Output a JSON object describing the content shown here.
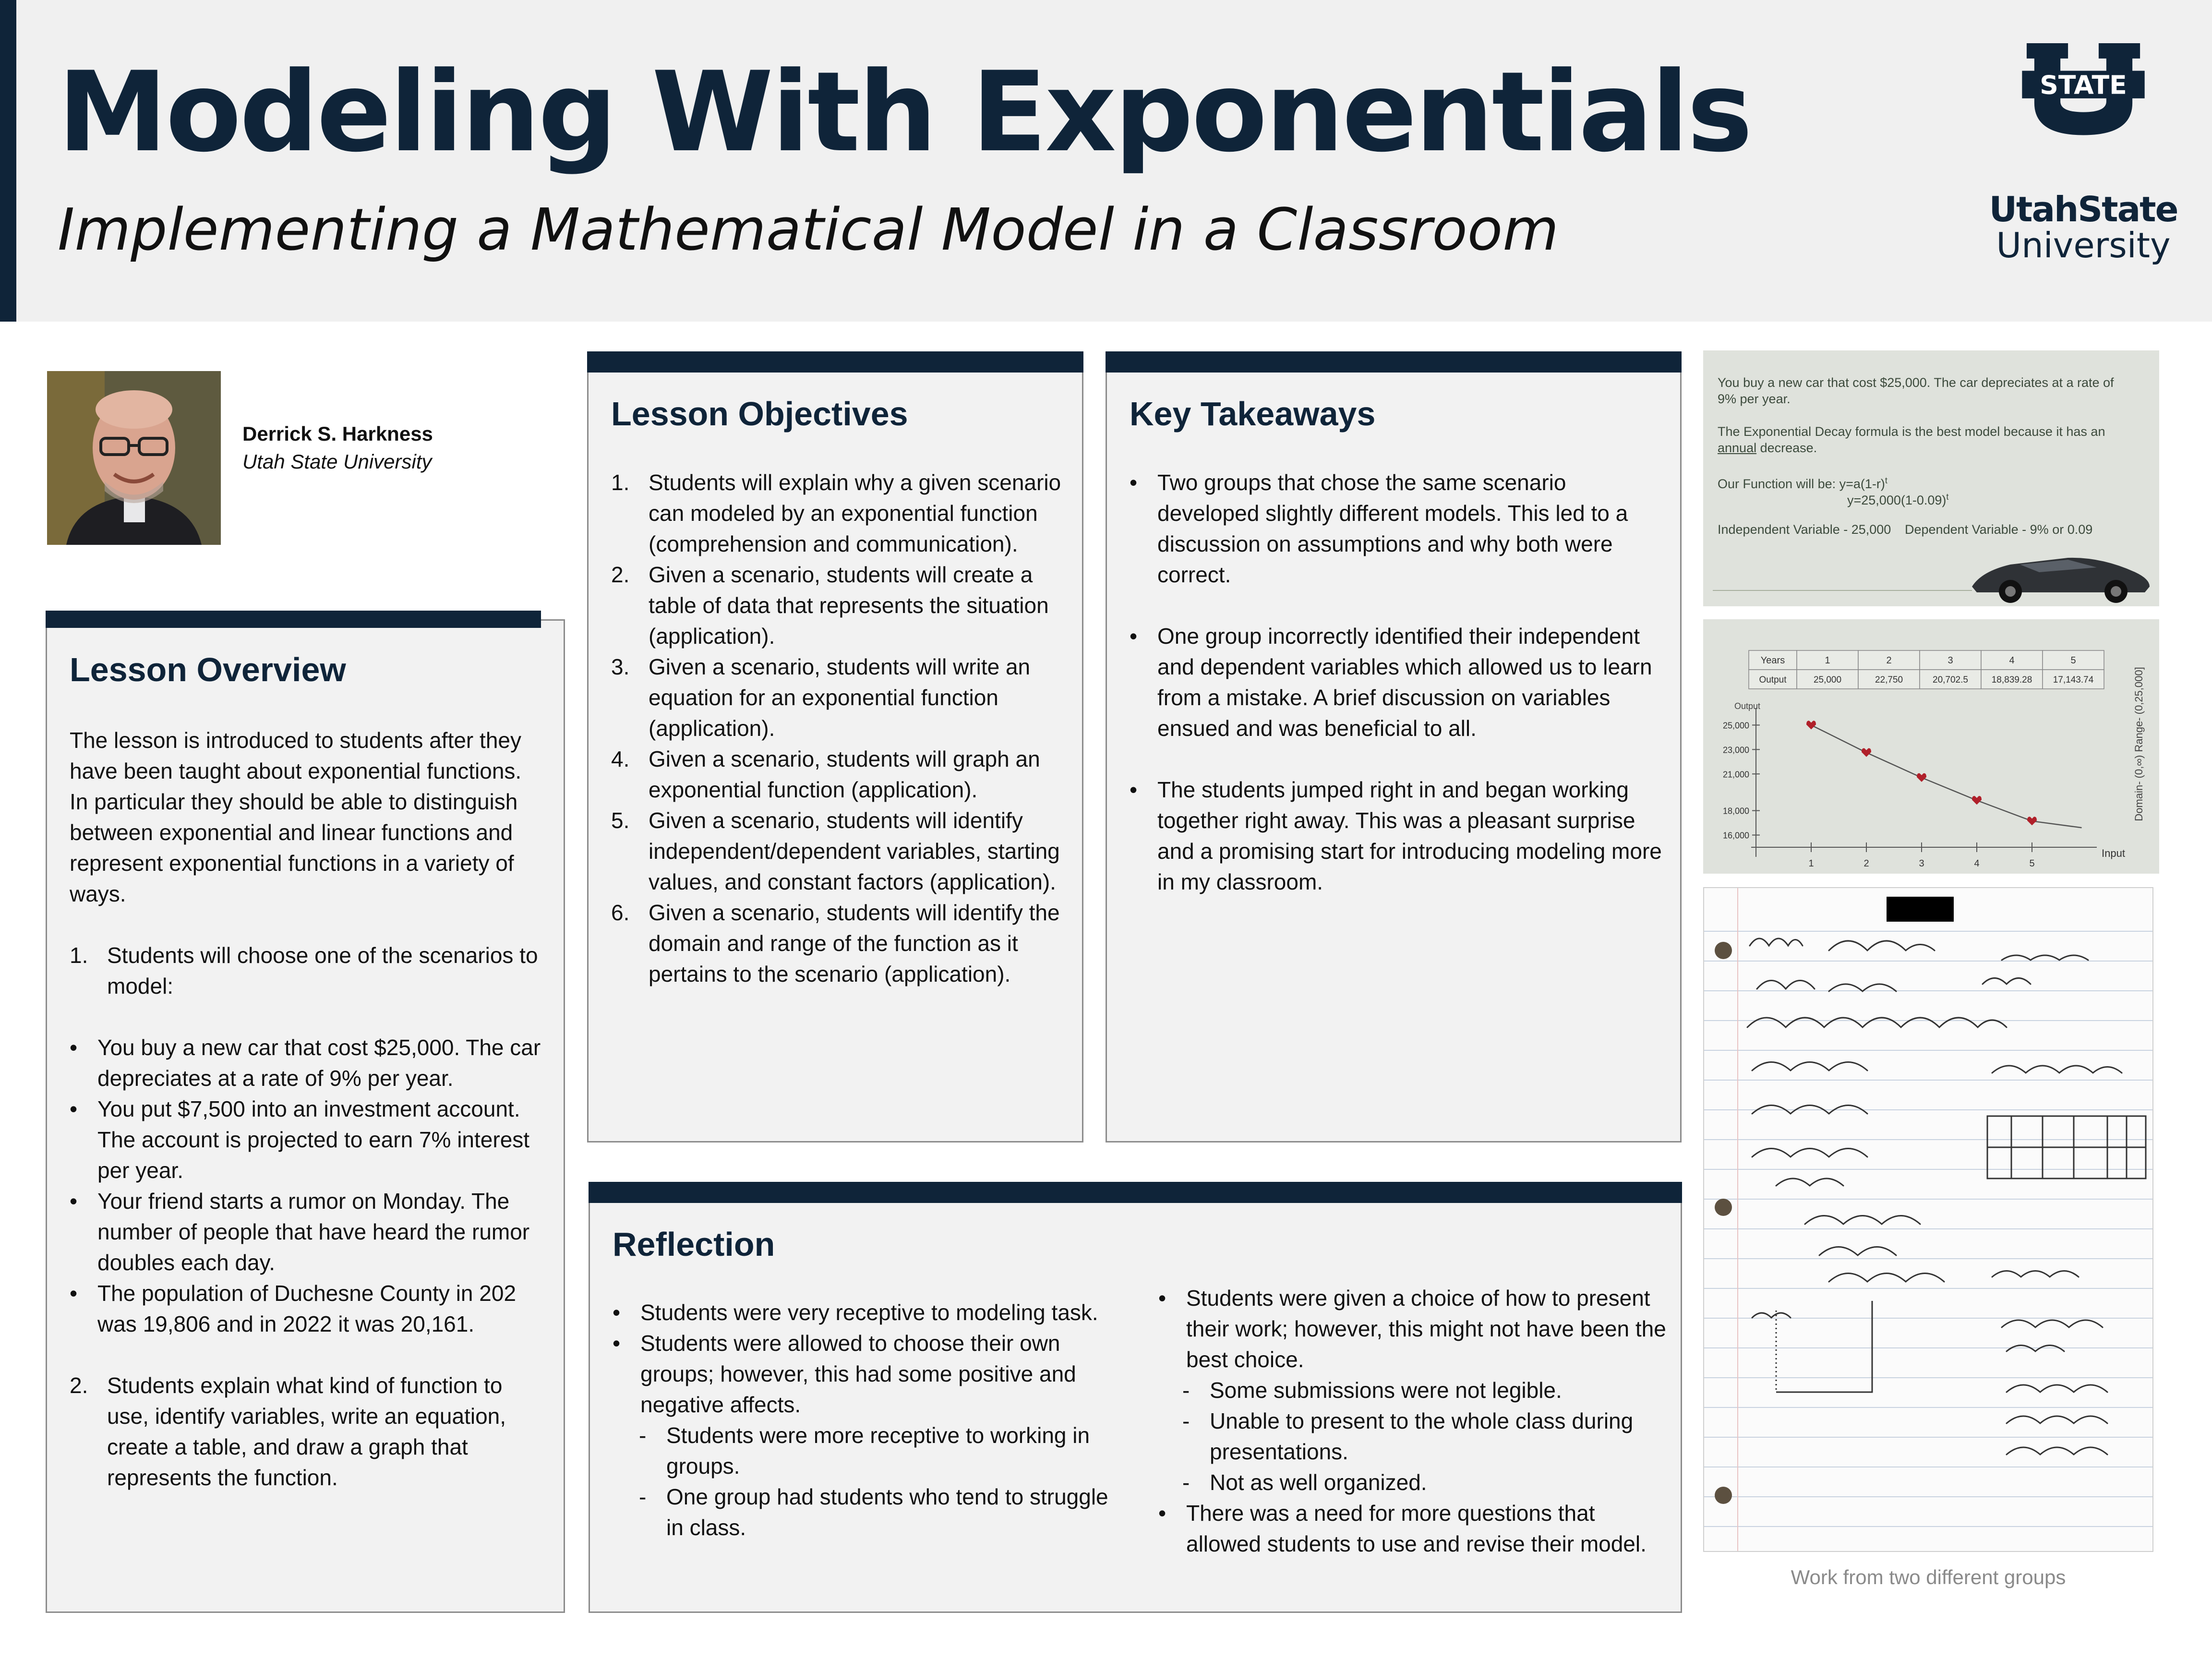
{
  "header": {
    "title": "Modeling With Exponentials",
    "subtitle": "Implementing a Mathematical Model in a Classroom",
    "logo": {
      "mark": "STATE",
      "name_line1": "UtahState",
      "name_line2": "University",
      "colors": {
        "navy": "#0f2439"
      }
    }
  },
  "author": {
    "name": "Derrick S. Harkness",
    "affiliation": "Utah State University"
  },
  "overview": {
    "heading": "Lesson Overview",
    "intro": "The lesson is introduced to students after they have been taught about exponential functions. In particular they should be able to distinguish between exponential and linear functions and represent exponential functions in a variety of ways.",
    "step1": {
      "num": "1.",
      "text": "Students will choose one of the scenarios to model:"
    },
    "scenarios": [
      "You buy a new car that cost $25,000.  The car depreciates at a rate of 9% per year.",
      "You put $7,500 into an investment account.  The account is projected to earn 7% interest per year.",
      "Your friend starts a rumor on Monday. The number of people that have heard the rumor doubles each day.",
      "The population of Duchesne County in 202 was 19,806 and in 2022 it was 20,161."
    ],
    "step2": {
      "num": "2.",
      "text": "Students explain what kind of function to use, identify variables, write an equation, create a table, and draw a graph that represents the function."
    }
  },
  "objectives": {
    "heading": "Lesson Objectives",
    "items": [
      {
        "num": "1.",
        "text": "Students will explain why a given scenario can modeled by an exponential function (comprehension and communication)."
      },
      {
        "num": "2.",
        "text": "Given a scenario, students will create a table of data that represents the situation (application)."
      },
      {
        "num": "3.",
        "text": "Given a scenario, students will write an equation for an exponential function (application)."
      },
      {
        "num": "4.",
        "text": "Given a scenario, students will graph an exponential function (application)."
      },
      {
        "num": "5.",
        "text": "Given a scenario, students will identify independent/dependent variables, starting values, and constant factors (application)."
      },
      {
        "num": "6.",
        "text": "Given a scenario, students will identify the domain and range of the function as it pertains to the scenario (application)."
      }
    ]
  },
  "takeaways": {
    "heading": "Key Takeaways",
    "items": [
      "Two groups that chose the same scenario developed slightly different models. This led to a discussion on assumptions and why both were correct.",
      "One group incorrectly identified their independent and dependent variables which allowed us to learn from a mistake. A brief discussion on variables ensued and was beneficial to all.",
      "The students jumped right in and began working together right away. This was a pleasant surprise and a promising start for introducing modeling more in my classroom."
    ]
  },
  "reflection": {
    "heading": "Reflection",
    "left": {
      "b1": "Students were very receptive to modeling task.",
      "b2": "Students were allowed to choose their own groups; however, this had some positive and negative affects.",
      "b2_subs": [
        "Students were more receptive to working in groups.",
        "One group had students who tend to struggle in class."
      ]
    },
    "right": {
      "b1": "Students were given a choice of how to present their work; however, this might not have been the best choice.",
      "b1_subs": [
        "Some submissions were not legible.",
        "Unable to present to the whole class during presentations.",
        "Not as well organized."
      ],
      "b2": "There was a need for more questions that allowed students to use and revise their model."
    }
  },
  "images": {
    "car_slide": {
      "line1": "You buy a new car that cost $25,000. The car depreciates at a rate of",
      "line2": "9% per year.",
      "line3": "The Exponential Decay formula is the best model because it has an",
      "line4_word": "annual",
      "line4_rest": " decrease.",
      "line5": "Our Function will be: y=a(1-r)",
      "line6": "y=25,000(1-0.09)",
      "indep": "Independent Variable - 25,000",
      "dep": "Dependent Variable - 9% or 0.09"
    },
    "graph_slide": {
      "table_headers": [
        "Years",
        "1",
        "2",
        "3",
        "4",
        "5"
      ],
      "table_row": [
        "Output",
        "25,000",
        "22,750",
        "20,702.5",
        "18,839.28",
        "17,143.74"
      ],
      "y_axis_title": "Output",
      "x_axis_title": "Input",
      "side_label": "Domain- (0,∞)  Range- (0,25,000]"
    },
    "caption": "Work from two different groups"
  },
  "chart_data": {
    "type": "line",
    "x": [
      1,
      2,
      3,
      4,
      5
    ],
    "values": [
      25000,
      22750,
      20702.5,
      18839.28,
      17143.74
    ],
    "xlabel": "Input",
    "ylabel": "Output",
    "y_ticks": [
      "16,000",
      "18,000",
      "21,000",
      "23,000",
      "25,000"
    ],
    "x_ticks": [
      "1",
      "2",
      "3",
      "4",
      "5"
    ],
    "ylim": [
      15000,
      26000
    ]
  }
}
